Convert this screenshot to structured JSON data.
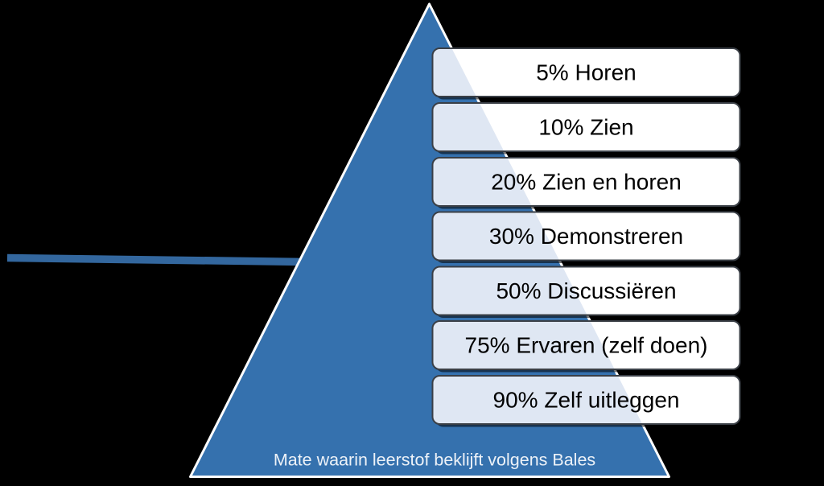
{
  "diagram": {
    "caption": "Mate waarin leerstof beklijft volgens Bales",
    "levels": [
      {
        "percent": 5,
        "activity": "Horen",
        "label": "5% Horen"
      },
      {
        "percent": 10,
        "activity": "Zien",
        "label": "10% Zien"
      },
      {
        "percent": 20,
        "activity": "Zien en horen",
        "label": "20% Zien en horen"
      },
      {
        "percent": 30,
        "activity": "Demonstreren",
        "label": "30% Demonstreren"
      },
      {
        "percent": 50,
        "activity": "Discussiëren",
        "label": "50% Discussiëren"
      },
      {
        "percent": 75,
        "activity": "Ervaren (zelf doen)",
        "label": "75% Ervaren (zelf doen)"
      },
      {
        "percent": 90,
        "activity": "Zelf uitleggen",
        "label": "90% Zelf uitleggen"
      }
    ],
    "colors": {
      "background": "#000000",
      "pyramid_fill": "#3571AE",
      "pyramid_outline": "#FFFFFF",
      "connector_line": "#33679E",
      "box_fill": "#FFFFFF",
      "box_fill_over_pyramid": "#DFE7F3",
      "box_border": "#3A3F46",
      "box_text": "#000000",
      "caption_text": "#EDF2F8"
    }
  }
}
